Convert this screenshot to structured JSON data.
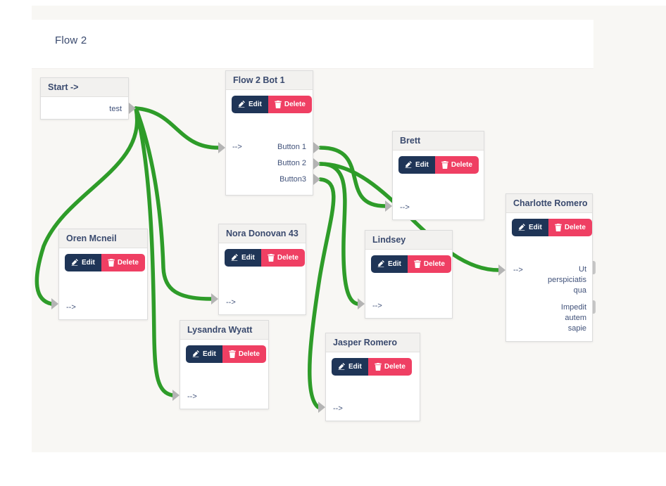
{
  "header": {
    "title": "Flow 2"
  },
  "colors": {
    "edge_green": "#2e9c29",
    "edit_navy": "#1f3557",
    "delete_pink": "#ef3f63",
    "canvas_bg": "#f8f7f4",
    "text_navy": "#3a4a6e",
    "port_gray": "#b4b4b4"
  },
  "icons": {
    "edit": "pencil-square-icon",
    "delete": "trash-icon",
    "input_port": "arrow-right-triangle",
    "output_port": "arrow-right-triangle"
  },
  "nodes": [
    {
      "id": "start",
      "title": "Start ->",
      "outputs": [
        {
          "label": "test"
        }
      ]
    },
    {
      "id": "flow2bot1",
      "title": "Flow 2 Bot 1",
      "buttons": {
        "edit": "Edit",
        "delete": "Delete"
      },
      "input_label": "-->",
      "outputs": [
        {
          "label": "Button 1"
        },
        {
          "label": "Button 2"
        },
        {
          "label": "Button3"
        }
      ]
    },
    {
      "id": "brett",
      "title": "Brett",
      "buttons": {
        "edit": "Edit",
        "delete": "Delete"
      },
      "input_label": "-->"
    },
    {
      "id": "charlotte",
      "title": "Charlotte Romero",
      "buttons": {
        "edit": "Edit",
        "delete": "Delete"
      },
      "input_label": "-->",
      "texts": [
        "Ut\nperspiciatis\nqua",
        "Impedit\nautem\nsapie"
      ]
    },
    {
      "id": "oren",
      "title": "Oren Mcneil",
      "buttons": {
        "edit": "Edit",
        "delete": "Delete"
      },
      "input_label": "-->"
    },
    {
      "id": "nora",
      "title": "Nora Donovan 43",
      "buttons": {
        "edit": "Edit",
        "delete": "Delete"
      },
      "input_label": "-->"
    },
    {
      "id": "lindsey",
      "title": "Lindsey",
      "buttons": {
        "edit": "Edit",
        "delete": "Delete"
      },
      "input_label": "-->"
    },
    {
      "id": "lysandra",
      "title": "Lysandra Wyatt",
      "buttons": {
        "edit": "Edit",
        "delete": "Delete"
      },
      "input_label": "-->"
    },
    {
      "id": "jasper",
      "title": "Jasper Romero",
      "buttons": {
        "edit": "Edit",
        "delete": "Delete"
      },
      "input_label": "-->"
    }
  ],
  "edges": [
    {
      "from": "start.test",
      "to": "flow2bot1.input"
    },
    {
      "from": "start.test",
      "to": "oren.input"
    },
    {
      "from": "start.test",
      "to": "nora.input"
    },
    {
      "from": "start.test",
      "to": "lysandra.input"
    },
    {
      "from": "flow2bot1.button1",
      "to": "brett.input"
    },
    {
      "from": "flow2bot1.button2",
      "to": "charlotte.input"
    },
    {
      "from": "flow2bot1.button2",
      "to": "lindsey.input"
    },
    {
      "from": "flow2bot1.button3",
      "to": "jasper.input"
    }
  ]
}
